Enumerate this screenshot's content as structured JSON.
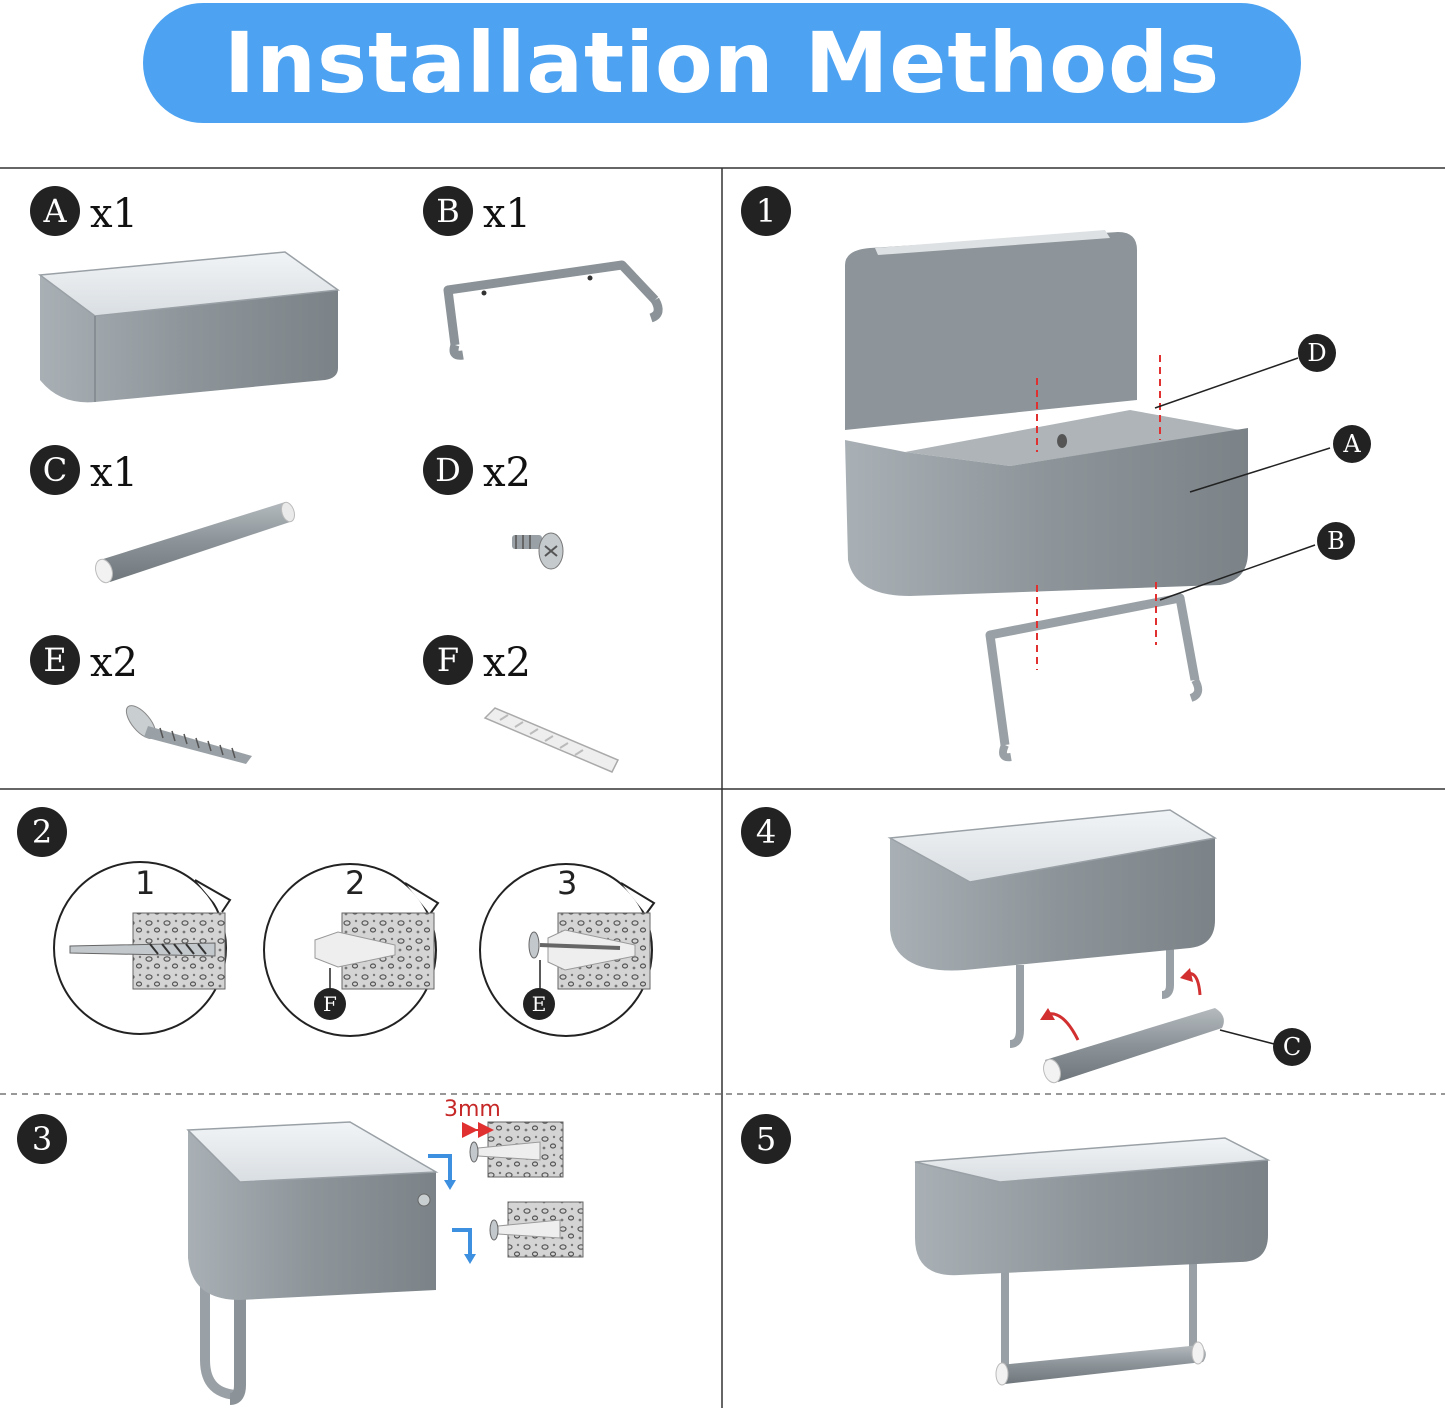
{
  "title": "Installation Methods",
  "parts": [
    {
      "letter": "A",
      "qty": "x1"
    },
    {
      "letter": "B",
      "qty": "x1"
    },
    {
      "letter": "C",
      "qty": "x1"
    },
    {
      "letter": "D",
      "qty": "x2"
    },
    {
      "letter": "E",
      "qty": "x2"
    },
    {
      "letter": "F",
      "qty": "x2"
    }
  ],
  "steps": {
    "s1": "1",
    "s2": "2",
    "s3": "3",
    "s4": "4",
    "s5": "5"
  },
  "step2_substeps": [
    "1",
    "2",
    "3"
  ],
  "callouts": {
    "D": "D",
    "A": "A",
    "B": "B",
    "C": "C",
    "E": "E",
    "F": "F"
  },
  "gap_label": "3mm",
  "colors": {
    "title_bg": "#4da3f2",
    "badge": "#222222",
    "metal": "#8b9398",
    "metal_light": "#c8cdd1",
    "guide_red": "#e03030",
    "arrow_blue": "#3d8fe0"
  }
}
